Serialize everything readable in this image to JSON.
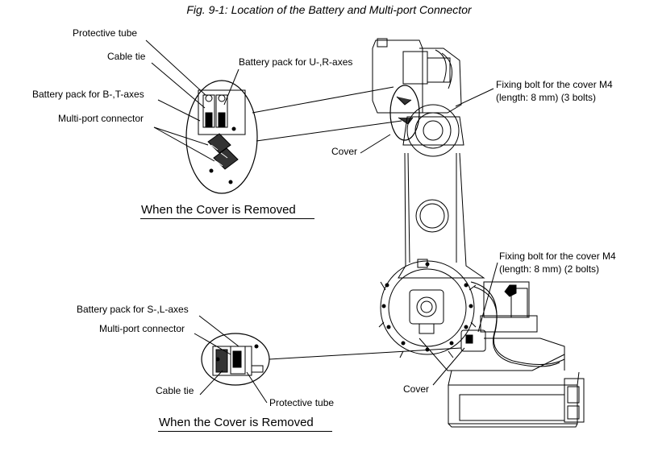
{
  "figure": {
    "title": "Fig. 9-1: Location of the Battery and Multi-port Connector"
  },
  "upper_detail": {
    "protective_tube": "Protective tube",
    "cable_tie": "Cable tie",
    "battery_ur": "Battery pack for U-,R-axes",
    "battery_bt": "Battery pack for B-,T-axes",
    "multiport": "Multi-port connector",
    "caption": "When the Cover is Removed"
  },
  "upper_callouts": {
    "bolt_line1": "Fixing bolt for the cover M4",
    "bolt_line2": "(length: 8 mm) (3 bolts)",
    "cover": "Cover"
  },
  "lower_detail": {
    "battery_sl": "Battery pack for S-,L-axes",
    "multiport": "Multi-port connector",
    "cable_tie": "Cable tie",
    "protective_tube": "Protective tube",
    "caption": "When the Cover is Removed"
  },
  "lower_callouts": {
    "bolt_line1": "Fixing bolt for the cover M4",
    "bolt_line2": "(length: 8 mm) (2 bolts)",
    "cover": "Cover"
  }
}
